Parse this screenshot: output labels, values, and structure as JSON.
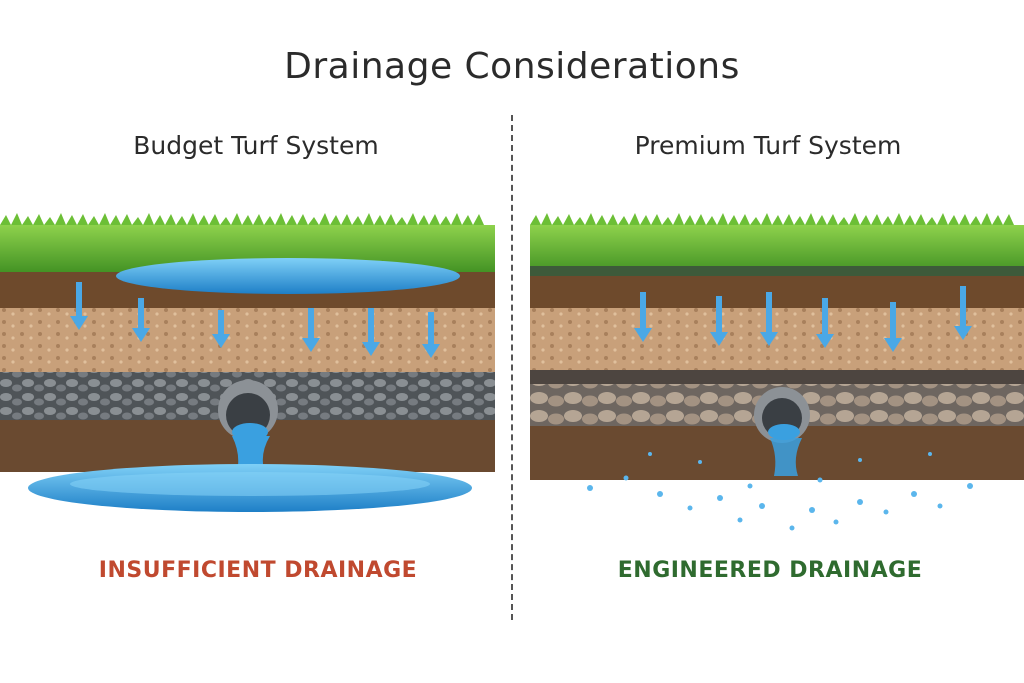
{
  "title": "Drainage Considerations",
  "left": {
    "heading": "Budget Turf System",
    "label": "INSUFFICIENT DRAINAGE",
    "label_color": "#c0492f"
  },
  "right": {
    "heading": "Premium Turf System",
    "label": "ENGINEERED DRAINAGE",
    "label_color": "#2f6b2f"
  },
  "colors": {
    "grass": "#5aa832",
    "soil": "#7a4f2e",
    "sand": "#c9a27a",
    "gravel": "#6b6f73",
    "water": "#3aa0e0"
  }
}
